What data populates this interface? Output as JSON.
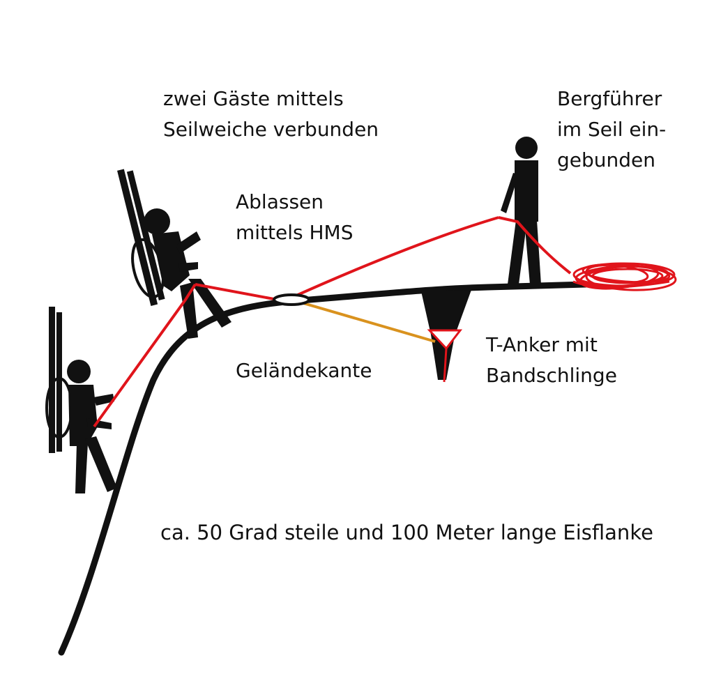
{
  "labels": {
    "guests": [
      "zwei Gäste mittels",
      "Seilweiche verbunden"
    ],
    "lowering": [
      "Ablassen",
      "mittels HMS"
    ],
    "guide": [
      "Bergführer",
      "im Seil ein-",
      "gebunden"
    ],
    "terrain_edge": "Geländekante",
    "anchor": [
      "T-Anker mit",
      "Bandschlinge"
    ],
    "slope": "ca. 50 Grad steile und 100 Meter lange Eisflanke"
  },
  "colors": {
    "terrain": "#111111",
    "figures": "#111111",
    "rope": "#e0141b",
    "sling": "#d9921e",
    "background": "#ffffff"
  },
  "icons": [
    "person-icon",
    "ski-icon",
    "rope-coil-icon",
    "t-anchor-icon",
    "hms-carabiner-icon"
  ]
}
